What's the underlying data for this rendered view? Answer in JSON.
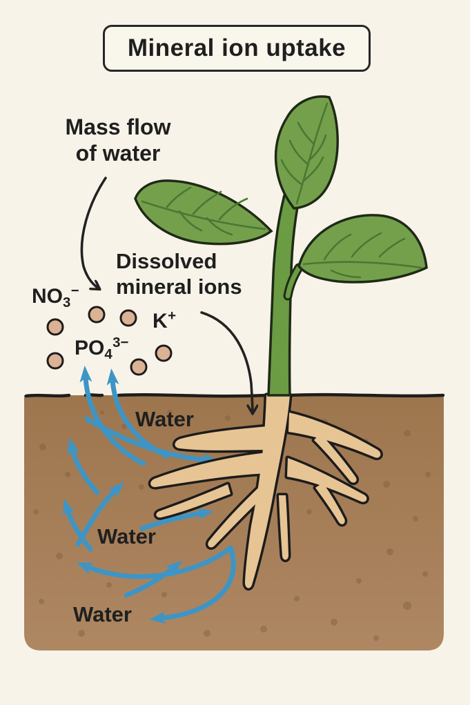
{
  "title": "Mineral ion uptake",
  "annotations": {
    "mass_flow": "Mass flow\nof water",
    "dissolved_ions": "Dissolved\nmineral ions",
    "water_labels": [
      "Water",
      "Water",
      "Water"
    ],
    "ions": {
      "nitrate": {
        "base": "NO",
        "sub": "3",
        "sup": "−"
      },
      "phosphate": {
        "base": "PO",
        "sub": "4",
        "sup": "3−"
      },
      "potassium": {
        "base": "K",
        "sub": "",
        "sup": "+"
      }
    }
  },
  "colors": {
    "background": "#f7f3e9",
    "soil": "#a67e55",
    "soil-top": "#9d764e",
    "soil-speckle": "#7d5c3c",
    "outline": "#1d1d1d",
    "leaf-green": "#74a04c",
    "leaf-vein": "#4a7733",
    "leaf-outline": "#1e2a16",
    "stem-green": "#6b9b43",
    "root-tan": "#e7c494",
    "water-blue": "#3e95c5",
    "ion-tan": "#dcb295",
    "text": "#1f1f1f"
  }
}
